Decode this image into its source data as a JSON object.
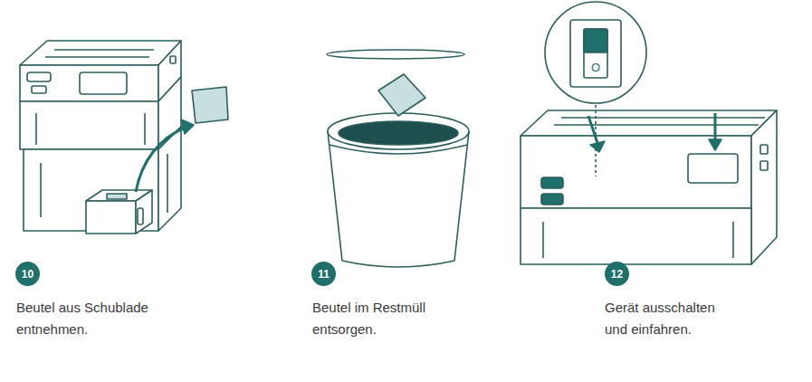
{
  "diagram": {
    "nodes": [
      {
        "text": [
          "10"
        ]
      },
      {
        "text": [
          "11"
        ]
      },
      {
        "text": [
          "12"
        ]
      }
    ],
    "labels": [
      "Beutel aus Schublade entnehmen.",
      "Beutel im Restmüll entsorgen.",
      "Gerät ausschalten und einfahren.",
      "I",
      "O"
    ]
  }
}
